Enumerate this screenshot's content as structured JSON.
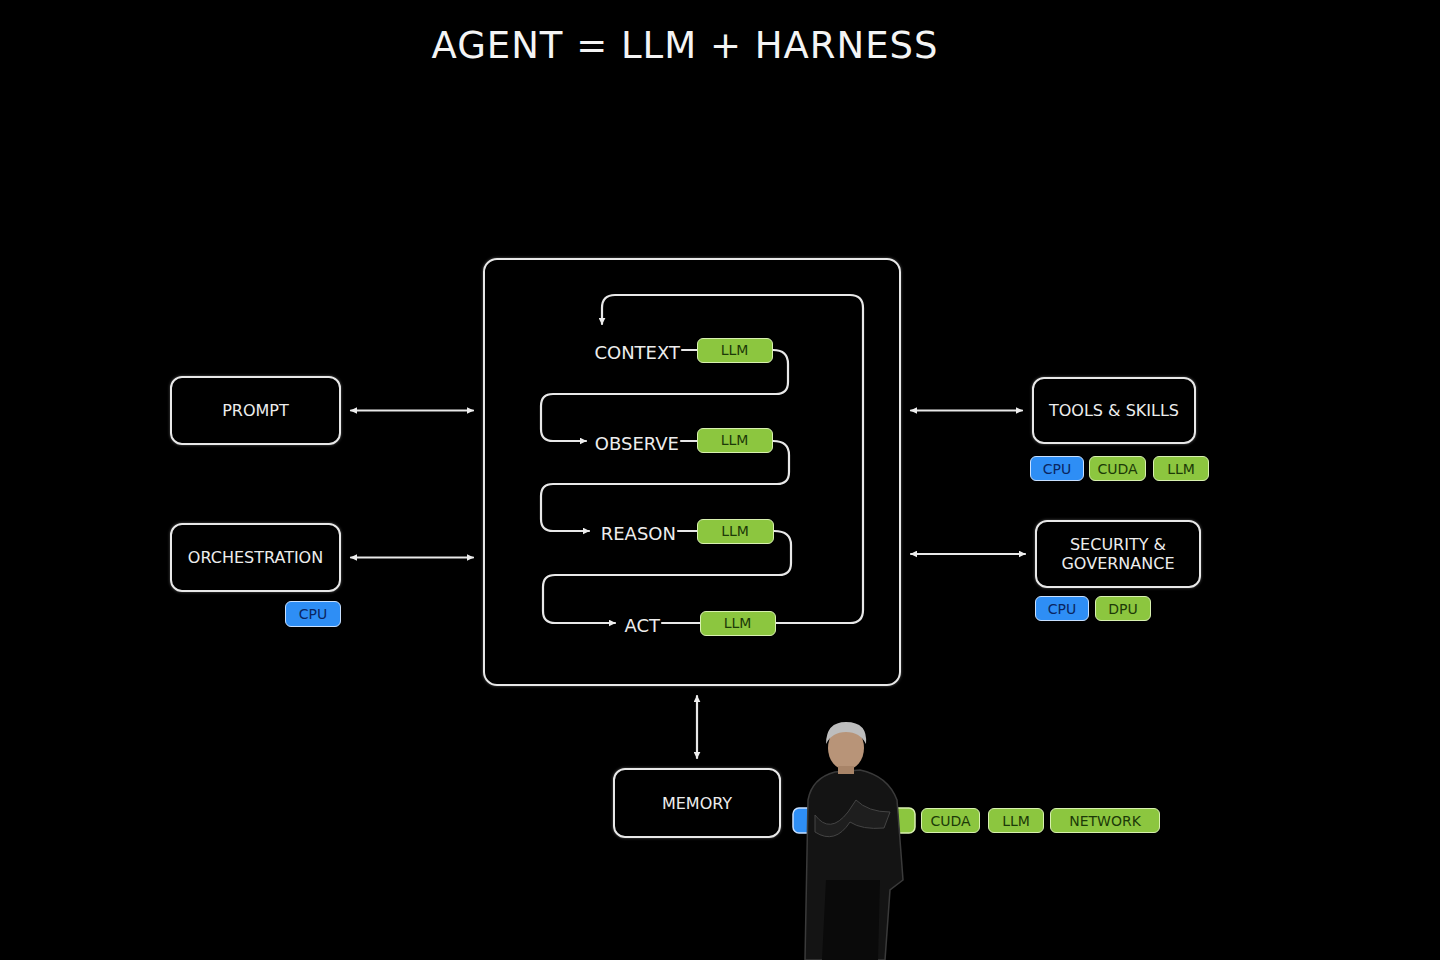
{
  "diagram": {
    "title": "AGENT = LLM + HARNESS",
    "nodes": [
      {
        "text": [
          "PROMPT"
        ]
      },
      {
        "text": [
          "ORCHESTRATION"
        ]
      },
      {
        "text": [
          "CPU"
        ]
      },
      {
        "text": [
          "CONTEXT",
          "OBSERVE",
          "REASON",
          "ACT"
        ]
      },
      {
        "text": [
          "LLM"
        ],
        "in": 3
      },
      {
        "text": [
          "LLM"
        ],
        "in": 3
      },
      {
        "text": [
          "LLM"
        ],
        "in": 3
      },
      {
        "text": [
          "LLM"
        ],
        "in": 3
      },
      {
        "text": [
          "TOOLS & SKILLS"
        ]
      },
      {
        "text": [
          "CPU"
        ]
      },
      {
        "text": [
          "CUDA"
        ]
      },
      {
        "text": [
          "LLM"
        ]
      },
      {
        "text": [
          "SECURITY & GOVERNANCE"
        ]
      },
      {
        "text": [
          "CPU"
        ]
      },
      {
        "text": [
          "DPU"
        ]
      },
      {
        "text": [
          "MEMORY"
        ]
      },
      {
        "text": [
          "CUDA"
        ]
      },
      {
        "text": [
          "LLM"
        ]
      },
      {
        "text": [
          "NETWORK"
        ]
      }
    ],
    "edges": [
      {
        "from": 0,
        "to": 3,
        "arrow": "both"
      },
      {
        "from": 1,
        "to": 3,
        "arrow": "both"
      },
      {
        "from": 3,
        "to": 8,
        "arrow": "both"
      },
      {
        "from": 3,
        "to": 12,
        "arrow": "both"
      },
      {
        "from": 3,
        "to": 15,
        "arrow": "both"
      }
    ]
  }
}
